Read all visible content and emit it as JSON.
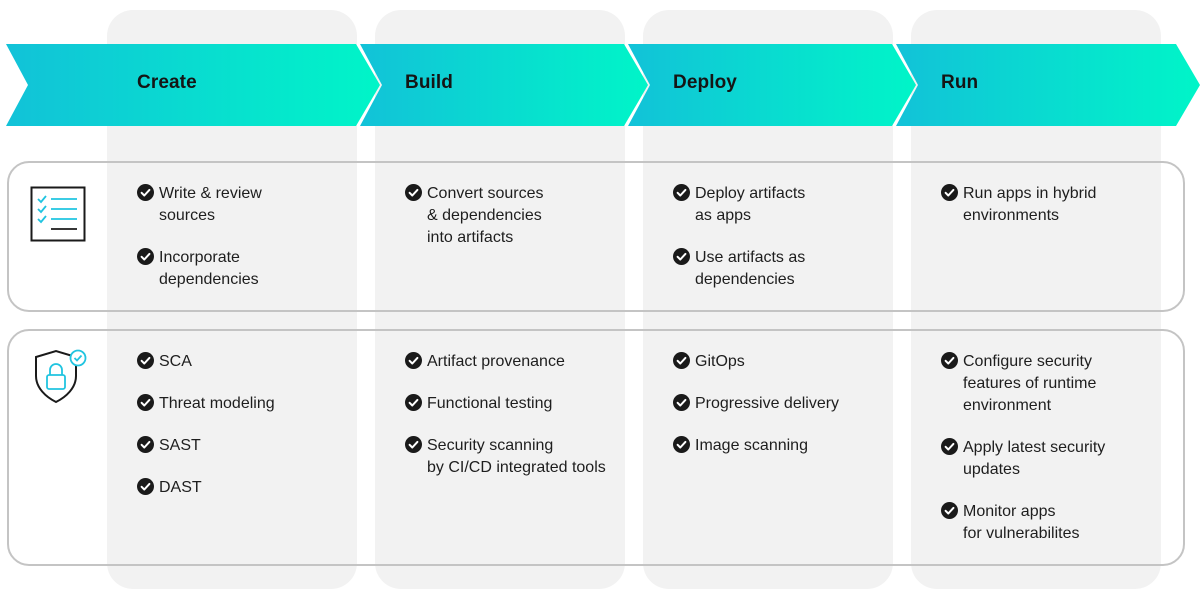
{
  "stages": [
    {
      "label": "Create"
    },
    {
      "label": "Build"
    },
    {
      "label": "Deploy"
    },
    {
      "label": "Run"
    }
  ],
  "rows": [
    {
      "icon": "checklist-icon",
      "columns": [
        [
          "Write & review\nsources",
          "Incorporate\ndependencies"
        ],
        [
          "Convert sources\n& dependencies\ninto artifacts"
        ],
        [
          "Deploy artifacts\nas apps",
          "Use artifacts as\ndependencies"
        ],
        [
          "Run apps in hybrid\nenvironments"
        ]
      ]
    },
    {
      "icon": "shield-lock-icon",
      "columns": [
        [
          "SCA",
          "Threat modeling",
          "SAST",
          "DAST"
        ],
        [
          "Artifact provenance",
          "Functional testing",
          "Security scanning\nby CI/CD integrated tools"
        ],
        [
          "GitOps",
          "Progressive delivery",
          "Image scanning"
        ],
        [
          "Configure security\nfeatures of runtime\nenvironment",
          "Apply latest security\nupdates",
          "Monitor apps\nfor vulnerabilites"
        ]
      ]
    }
  ],
  "colors": {
    "gradient_start": "#12c2d8",
    "gradient_end": "#00f5c8",
    "column_bg": "#f2f2f2",
    "frame_border": "#c4c4c4",
    "icon_accent": "#20c4e0"
  }
}
